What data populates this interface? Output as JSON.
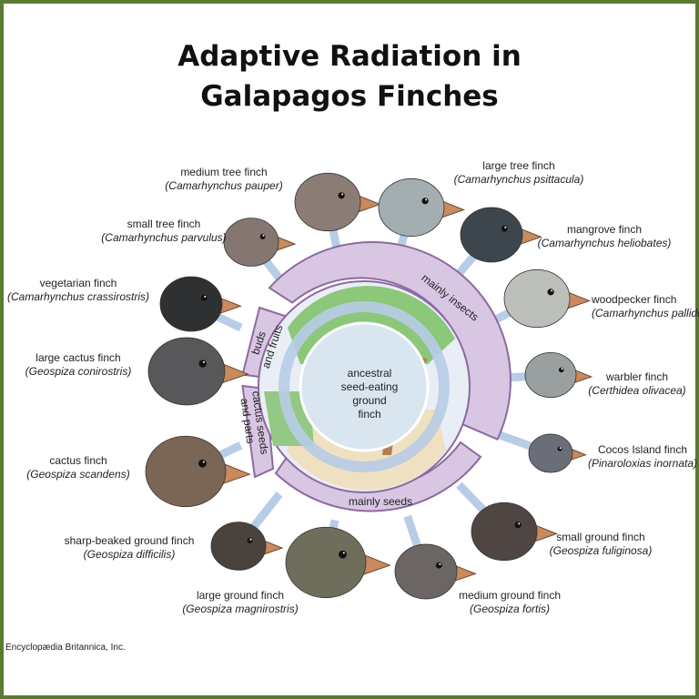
{
  "title_line1": "Adaptive Radiation in",
  "title_line2": "Galapagos Finches",
  "center": [
    "ancestral",
    "seed-eating",
    "ground",
    "finch"
  ],
  "diet_groups": {
    "insects": "mainly insects",
    "buds_1": "buds",
    "buds_2": "and fruits",
    "cactus_1": "cactus seeds",
    "cactus_2": "and parts",
    "seeds": "mainly seeds"
  },
  "finches": [
    {
      "id": "medium-tree-finch",
      "common": "medium tree finch",
      "sci": "(Camarhynchus pauper)",
      "color": "#8c7c76"
    },
    {
      "id": "large-tree-finch",
      "common": "large tree finch",
      "sci": "(Camarhynchus psittacula)",
      "color": "#a4adb0"
    },
    {
      "id": "small-tree-finch",
      "common": "small tree finch",
      "sci": "(Camarhynchus parvulus)",
      "color": "#857672"
    },
    {
      "id": "mangrove-finch",
      "common": "mangrove finch",
      "sci": "(Camarhynchus heliobates)",
      "color": "#3d464c"
    },
    {
      "id": "vegetarian-finch",
      "common": "vegetarian finch",
      "sci": "(Camarhynchus crassirostris)",
      "color": "#2f3031"
    },
    {
      "id": "woodpecker-finch",
      "common": "woodpecker finch",
      "sci": "(Camarhynchus pallidus)",
      "color": "#bdbfbb"
    },
    {
      "id": "large-cactus-finch",
      "common": "large cactus finch",
      "sci": "(Geospiza conirostris)",
      "color": "#58585a"
    },
    {
      "id": "warbler-finch",
      "common": "warbler finch",
      "sci": "(Certhidea olivacea)",
      "color": "#9aa0a0"
    },
    {
      "id": "cocos-island-finch",
      "common": "Cocos Island finch",
      "sci": "(Pinaroloxias inornata)",
      "color": "#6a6e78"
    },
    {
      "id": "cactus-finch",
      "common": "cactus finch",
      "sci": "(Geospiza scandens)",
      "color": "#7b6555"
    },
    {
      "id": "small-ground-finch",
      "common": "small ground finch",
      "sci": "(Geospiza fuliginosa)",
      "color": "#4f4644"
    },
    {
      "id": "sharp-beaked-ground-finch",
      "common": "sharp-beaked ground finch",
      "sci": "(Geospiza difficilis)",
      "color": "#4a423c"
    },
    {
      "id": "medium-ground-finch",
      "common": "medium ground finch",
      "sci": "(Geospiza fortis)",
      "color": "#6b6664"
    },
    {
      "id": "large-ground-finch",
      "common": "large ground finch",
      "sci": "(Geospiza magnirostris)",
      "color": "#6f6e5c"
    }
  ],
  "credit": "Encyclopædia Britannica, Inc."
}
